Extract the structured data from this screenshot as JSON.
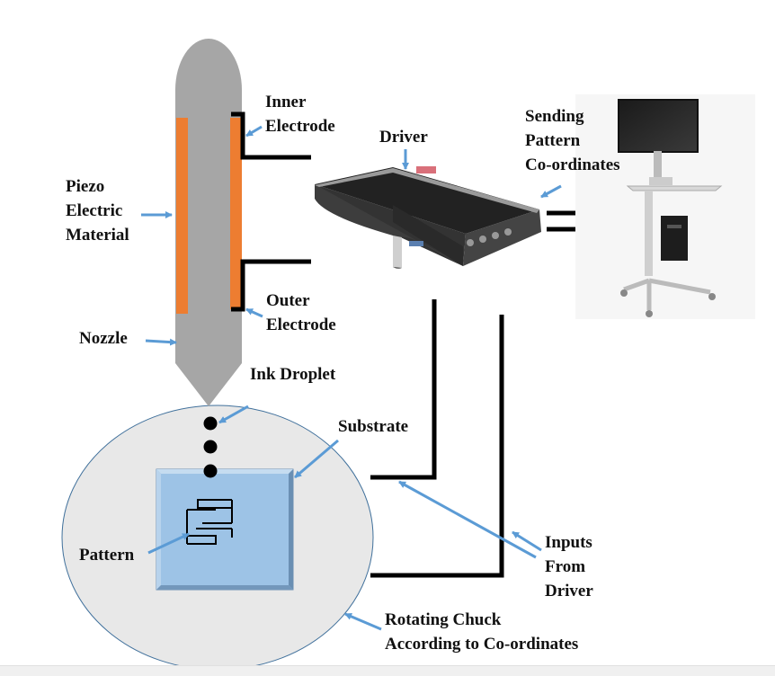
{
  "labels": {
    "inner_electrode": "Inner\nElectrode",
    "driver": "Driver",
    "sending_pattern": "Sending\nPattern\nCo-ordinates",
    "piezo": "Piezo\nElectric\nMaterial",
    "outer_electrode": "Outer\nElectrode",
    "nozzle": "Nozzle",
    "ink_droplet": "Ink Droplet",
    "substrate": "Substrate",
    "pattern": "Pattern",
    "inputs_from_driver": "Inputs\nFrom\nDriver",
    "rotating_chuck": "Rotating Chuck\nAccording to Co-ordinates"
  },
  "colors": {
    "nozzle": "#a6a6a6",
    "piezo": "#ed7d31",
    "arrow": "#5b9bd5",
    "chuck_fill": "#e8e8e8",
    "chuck_stroke": "#41719c",
    "substrate_fill": "#9dc3e6",
    "wire": "#000000"
  },
  "icons": {
    "driver": "driver-box-icon",
    "computer": "computer-cart-icon"
  }
}
